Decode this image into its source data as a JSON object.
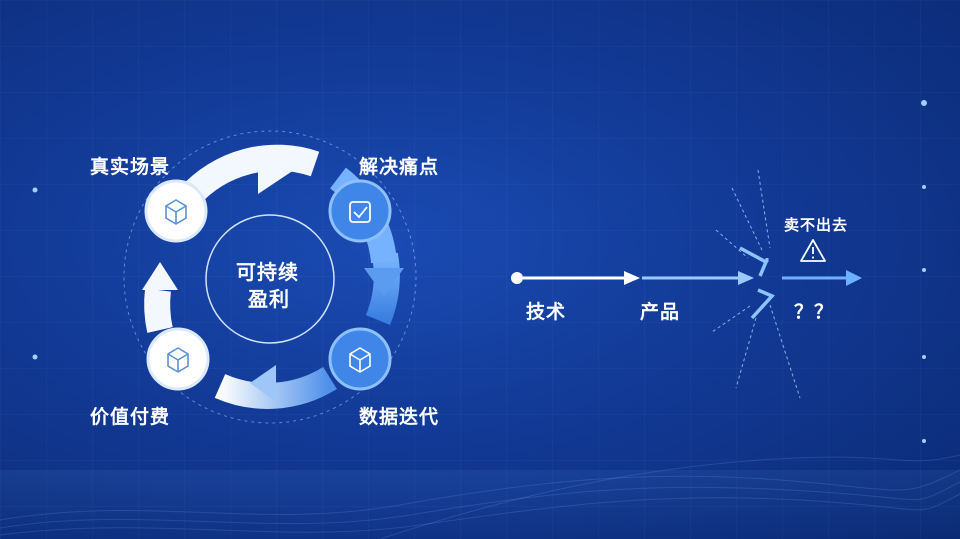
{
  "cycle": {
    "center_line1": "可持续",
    "center_line2": "盈利",
    "nodes": [
      {
        "label": "真实场景",
        "icon": "cube-icon"
      },
      {
        "label": "解决痛点",
        "icon": "check-box-icon"
      },
      {
        "label": "数据迭代",
        "icon": "cube-icon"
      },
      {
        "label": "价值付费",
        "icon": "cube-icon"
      }
    ]
  },
  "flow": {
    "steps": [
      "技术",
      "产品",
      "？？"
    ],
    "warning_text": "卖不出去",
    "warning_icon": "warning-triangle-icon"
  },
  "colors": {
    "background": "#123a96",
    "light_node": "#ffffff",
    "blue_node": "#3f86e8",
    "arrow_light": "#ffffff",
    "arrow_blue": "#5da3f5"
  }
}
